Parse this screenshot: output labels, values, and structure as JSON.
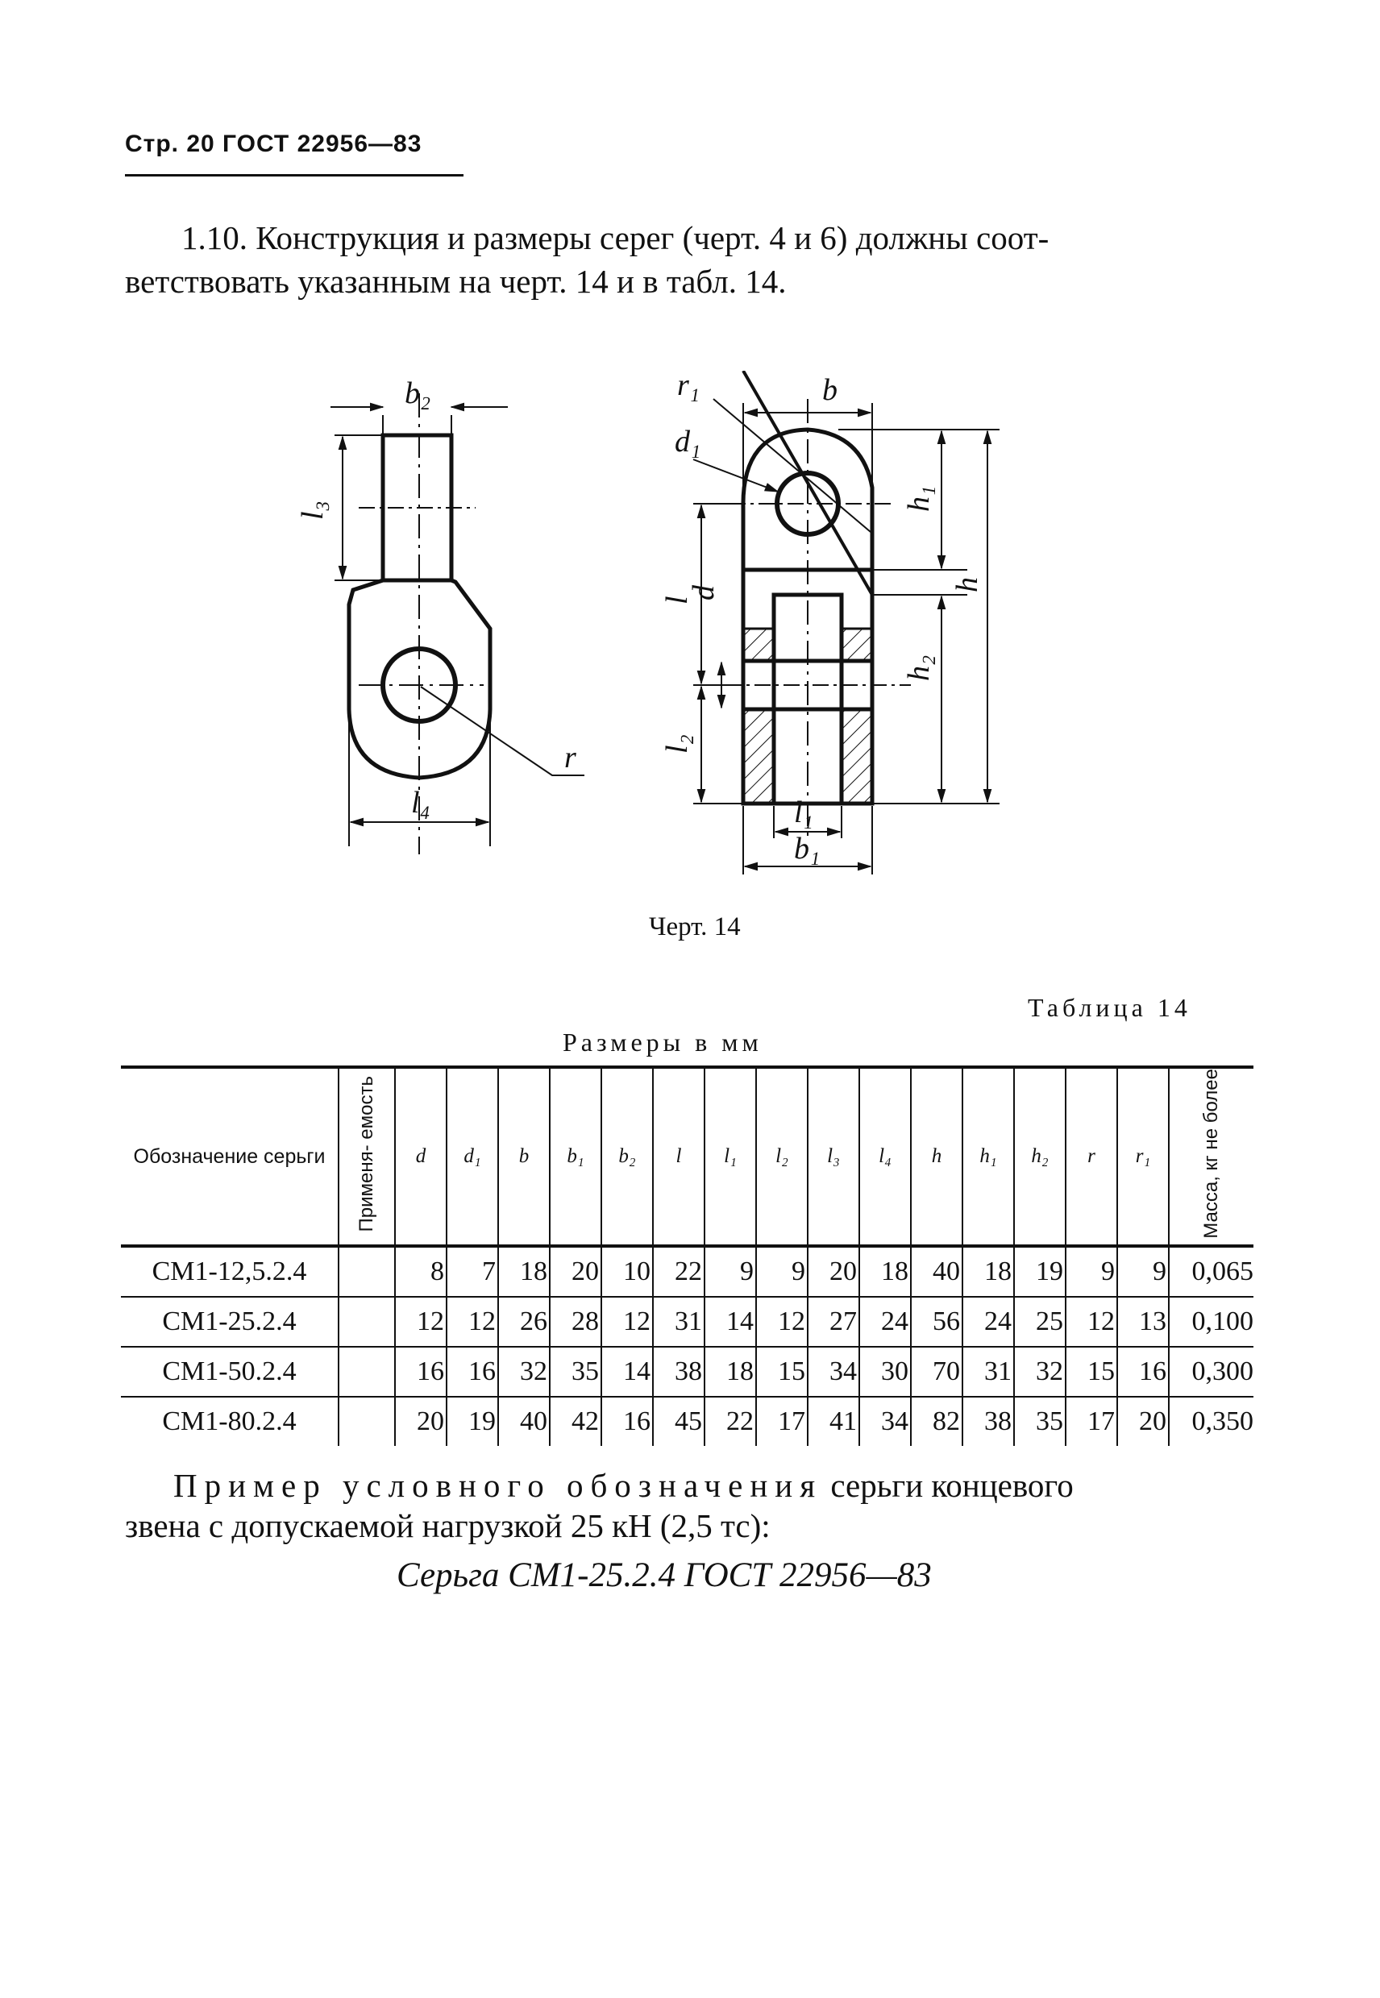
{
  "header": {
    "text": "Стр. 20 ГОСТ 22956—83"
  },
  "paragraph": {
    "line1": "1.10. Конструкция и размеры серег (черт. 4 и 6) должны соот-",
    "line2": "ветствовать указанным на черт. 14 и в табл. 14."
  },
  "drawing": {
    "labels": {
      "b2": "b₂",
      "l3": "l₃",
      "r": "r",
      "l4": "l₄",
      "r1": "r₁",
      "d1": "d₁",
      "b": "b",
      "h1": "h₁",
      "h": "h",
      "l": "l",
      "d": "d",
      "h2": "h₂",
      "l2": "l₂",
      "l1": "l₁",
      "b1": "b₁"
    }
  },
  "caption": "Черт. 14",
  "table": {
    "title": "Таблица 14",
    "units": "Размеры в мм",
    "headers": {
      "designation": "Обозначение серьги",
      "applicability": "Применя- емость",
      "symbols": [
        "d",
        "d₁",
        "b",
        "b₁",
        "b₂",
        "l",
        "l₁",
        "l₂",
        "l₃",
        "l₄",
        "h",
        "h₁",
        "h₂",
        "r",
        "r₁"
      ],
      "mass": "Масса, кг не более"
    },
    "rows": [
      {
        "designation": "СМ1-12,5.2.4",
        "applicability": "",
        "values": [
          "8",
          "7",
          "18",
          "20",
          "10",
          "22",
          "9",
          "9",
          "20",
          "18",
          "40",
          "18",
          "19",
          "9",
          "9"
        ],
        "mass": "0,065"
      },
      {
        "designation": "СМ1-25.2.4",
        "applicability": "",
        "values": [
          "12",
          "12",
          "26",
          "28",
          "12",
          "31",
          "14",
          "12",
          "27",
          "24",
          "56",
          "24",
          "25",
          "12",
          "13"
        ],
        "mass": "0,100"
      },
      {
        "designation": "СМ1-50.2.4",
        "applicability": "",
        "values": [
          "16",
          "16",
          "32",
          "35",
          "14",
          "38",
          "18",
          "15",
          "34",
          "30",
          "70",
          "31",
          "32",
          "15",
          "16"
        ],
        "mass": "0,300"
      },
      {
        "designation": "СМ1-80.2.4",
        "applicability": "",
        "values": [
          "20",
          "19",
          "40",
          "42",
          "16",
          "45",
          "22",
          "17",
          "41",
          "34",
          "82",
          "38",
          "35",
          "17",
          "20"
        ],
        "mass": "0,350"
      }
    ]
  },
  "example": {
    "lead": "Пример условного обозначения",
    "rest": " серьги концевого",
    "line2": "звена с допускаемой нагрузкой 25 кН (2,5 тс):",
    "designation": "Серьга СМ1-25.2.4 ГОСТ 22956—83"
  }
}
